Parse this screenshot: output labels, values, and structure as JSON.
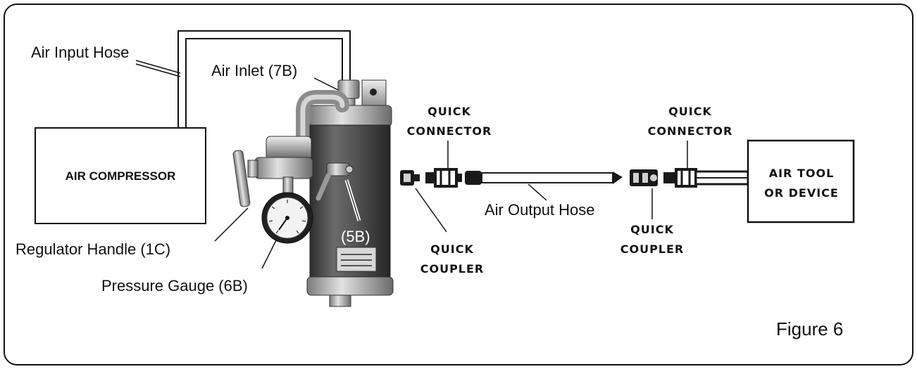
{
  "labels": {
    "air_input_hose": "Air Input Hose",
    "air_inlet": "Air Inlet (7B)",
    "air_compressor": "AIR COMPRESSOR",
    "regulator_handle": "Regulator Handle (1C)",
    "pressure_gauge": "Pressure Gauge (6B)",
    "drain_valve": "(5B)",
    "quick_connector_1_line1": "QUICK",
    "quick_connector_1_line2": "CONNECTOR",
    "quick_coupler_1_line1": "QUICK",
    "quick_coupler_1_line2": "COUPLER",
    "air_output_hose": "Air Output Hose",
    "quick_connector_2_line1": "QUICK",
    "quick_connector_2_line2": "CONNECTOR",
    "quick_coupler_2_line1": "QUICK",
    "quick_coupler_2_line2": "COUPLER",
    "air_tool_line1": "AIR TOOL",
    "air_tool_line2": "OR DEVICE",
    "figure_caption": "Figure 6"
  },
  "colors": {
    "ink": "#111111",
    "tank_dark": "#4a4a4a",
    "metal_light": "#bdbdbd"
  }
}
